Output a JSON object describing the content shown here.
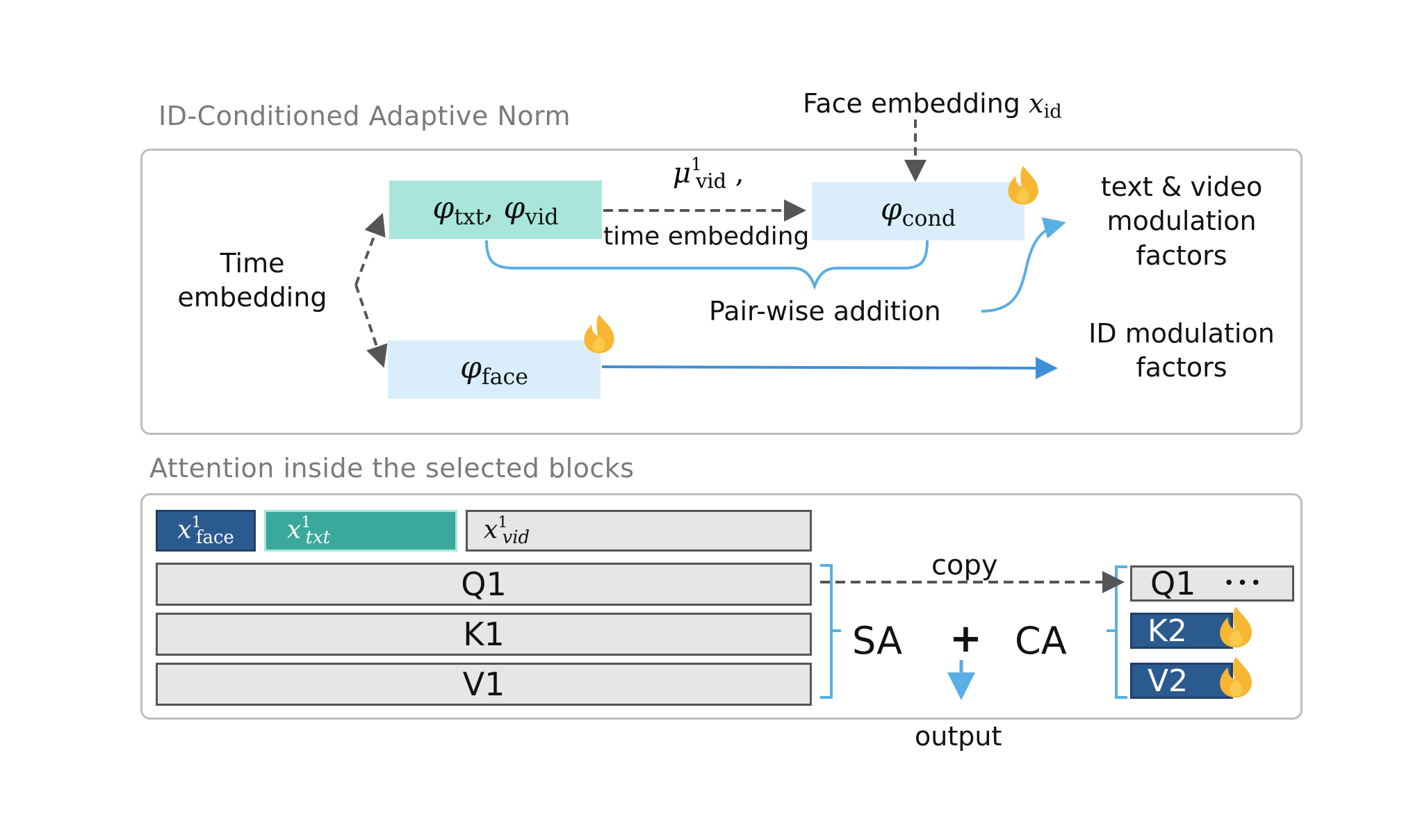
{
  "top": {
    "title": "ID-Conditioned Adaptive Norm",
    "face_embedding_label": "Face embedding",
    "face_embedding_var": "x",
    "face_embedding_sub": "id",
    "time_embedding": "Time embedding",
    "phi": "φ",
    "txt_sub": "txt",
    "vid_sub": "vid",
    "cond_sub": "cond",
    "face_sub": "face",
    "mu_label": "μ",
    "mu_sup": "1",
    "mu_sub": "vid",
    "time_embedding_arrow": "time embedding",
    "pairwise": "Pair-wise addition",
    "tv_mod": "text & video modulation factors",
    "id_mod": "ID modulation factors"
  },
  "bottom": {
    "title": "Attention inside the selected blocks",
    "x_var": "x",
    "x_sup": "1",
    "face_sub": "face",
    "txt_sub": "txt",
    "vid_sub": "vid",
    "q1": "Q1",
    "k1": "K1",
    "v1": "V1",
    "copy": "copy",
    "sa": "SA",
    "plus": "+",
    "ca": "CA",
    "output": "output",
    "q1_right": "Q1",
    "ellipsis": "•••",
    "k2": "K2",
    "v2": "V2"
  },
  "colors": {
    "teal_light": "#a8e6dc",
    "blue_light": "#d9eefa",
    "teal_dark": "#3aa89a",
    "navy": "#2b5a8e",
    "arrow_blue": "#5aaee3",
    "arrow_gray": "#555555",
    "flame": "#f7b733"
  }
}
